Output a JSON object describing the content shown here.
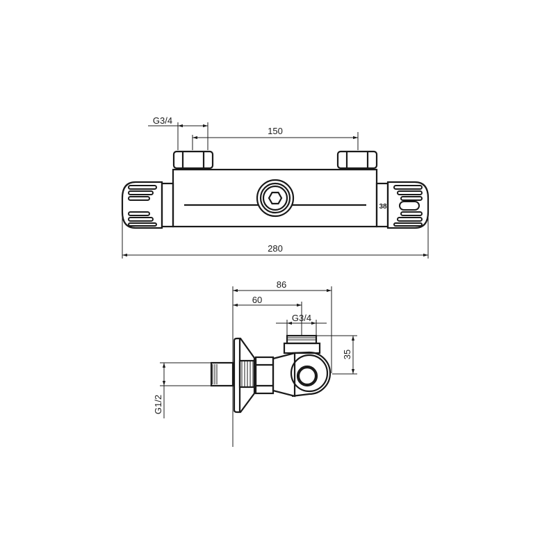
{
  "top_view": {
    "dim_inlet_thread": "G3/4",
    "dim_inlet_spacing": "150",
    "dim_overall_length": "280",
    "temperature_mark": "38"
  },
  "side_view": {
    "dim_depth_total": "86",
    "dim_depth_outlet": "60",
    "dim_outlet_thread": "G3/4",
    "dim_outlet_height": "35",
    "dim_inlet_thread": "G1/2"
  },
  "colors": {
    "line": "#1a1a1a",
    "background": "#ffffff"
  }
}
